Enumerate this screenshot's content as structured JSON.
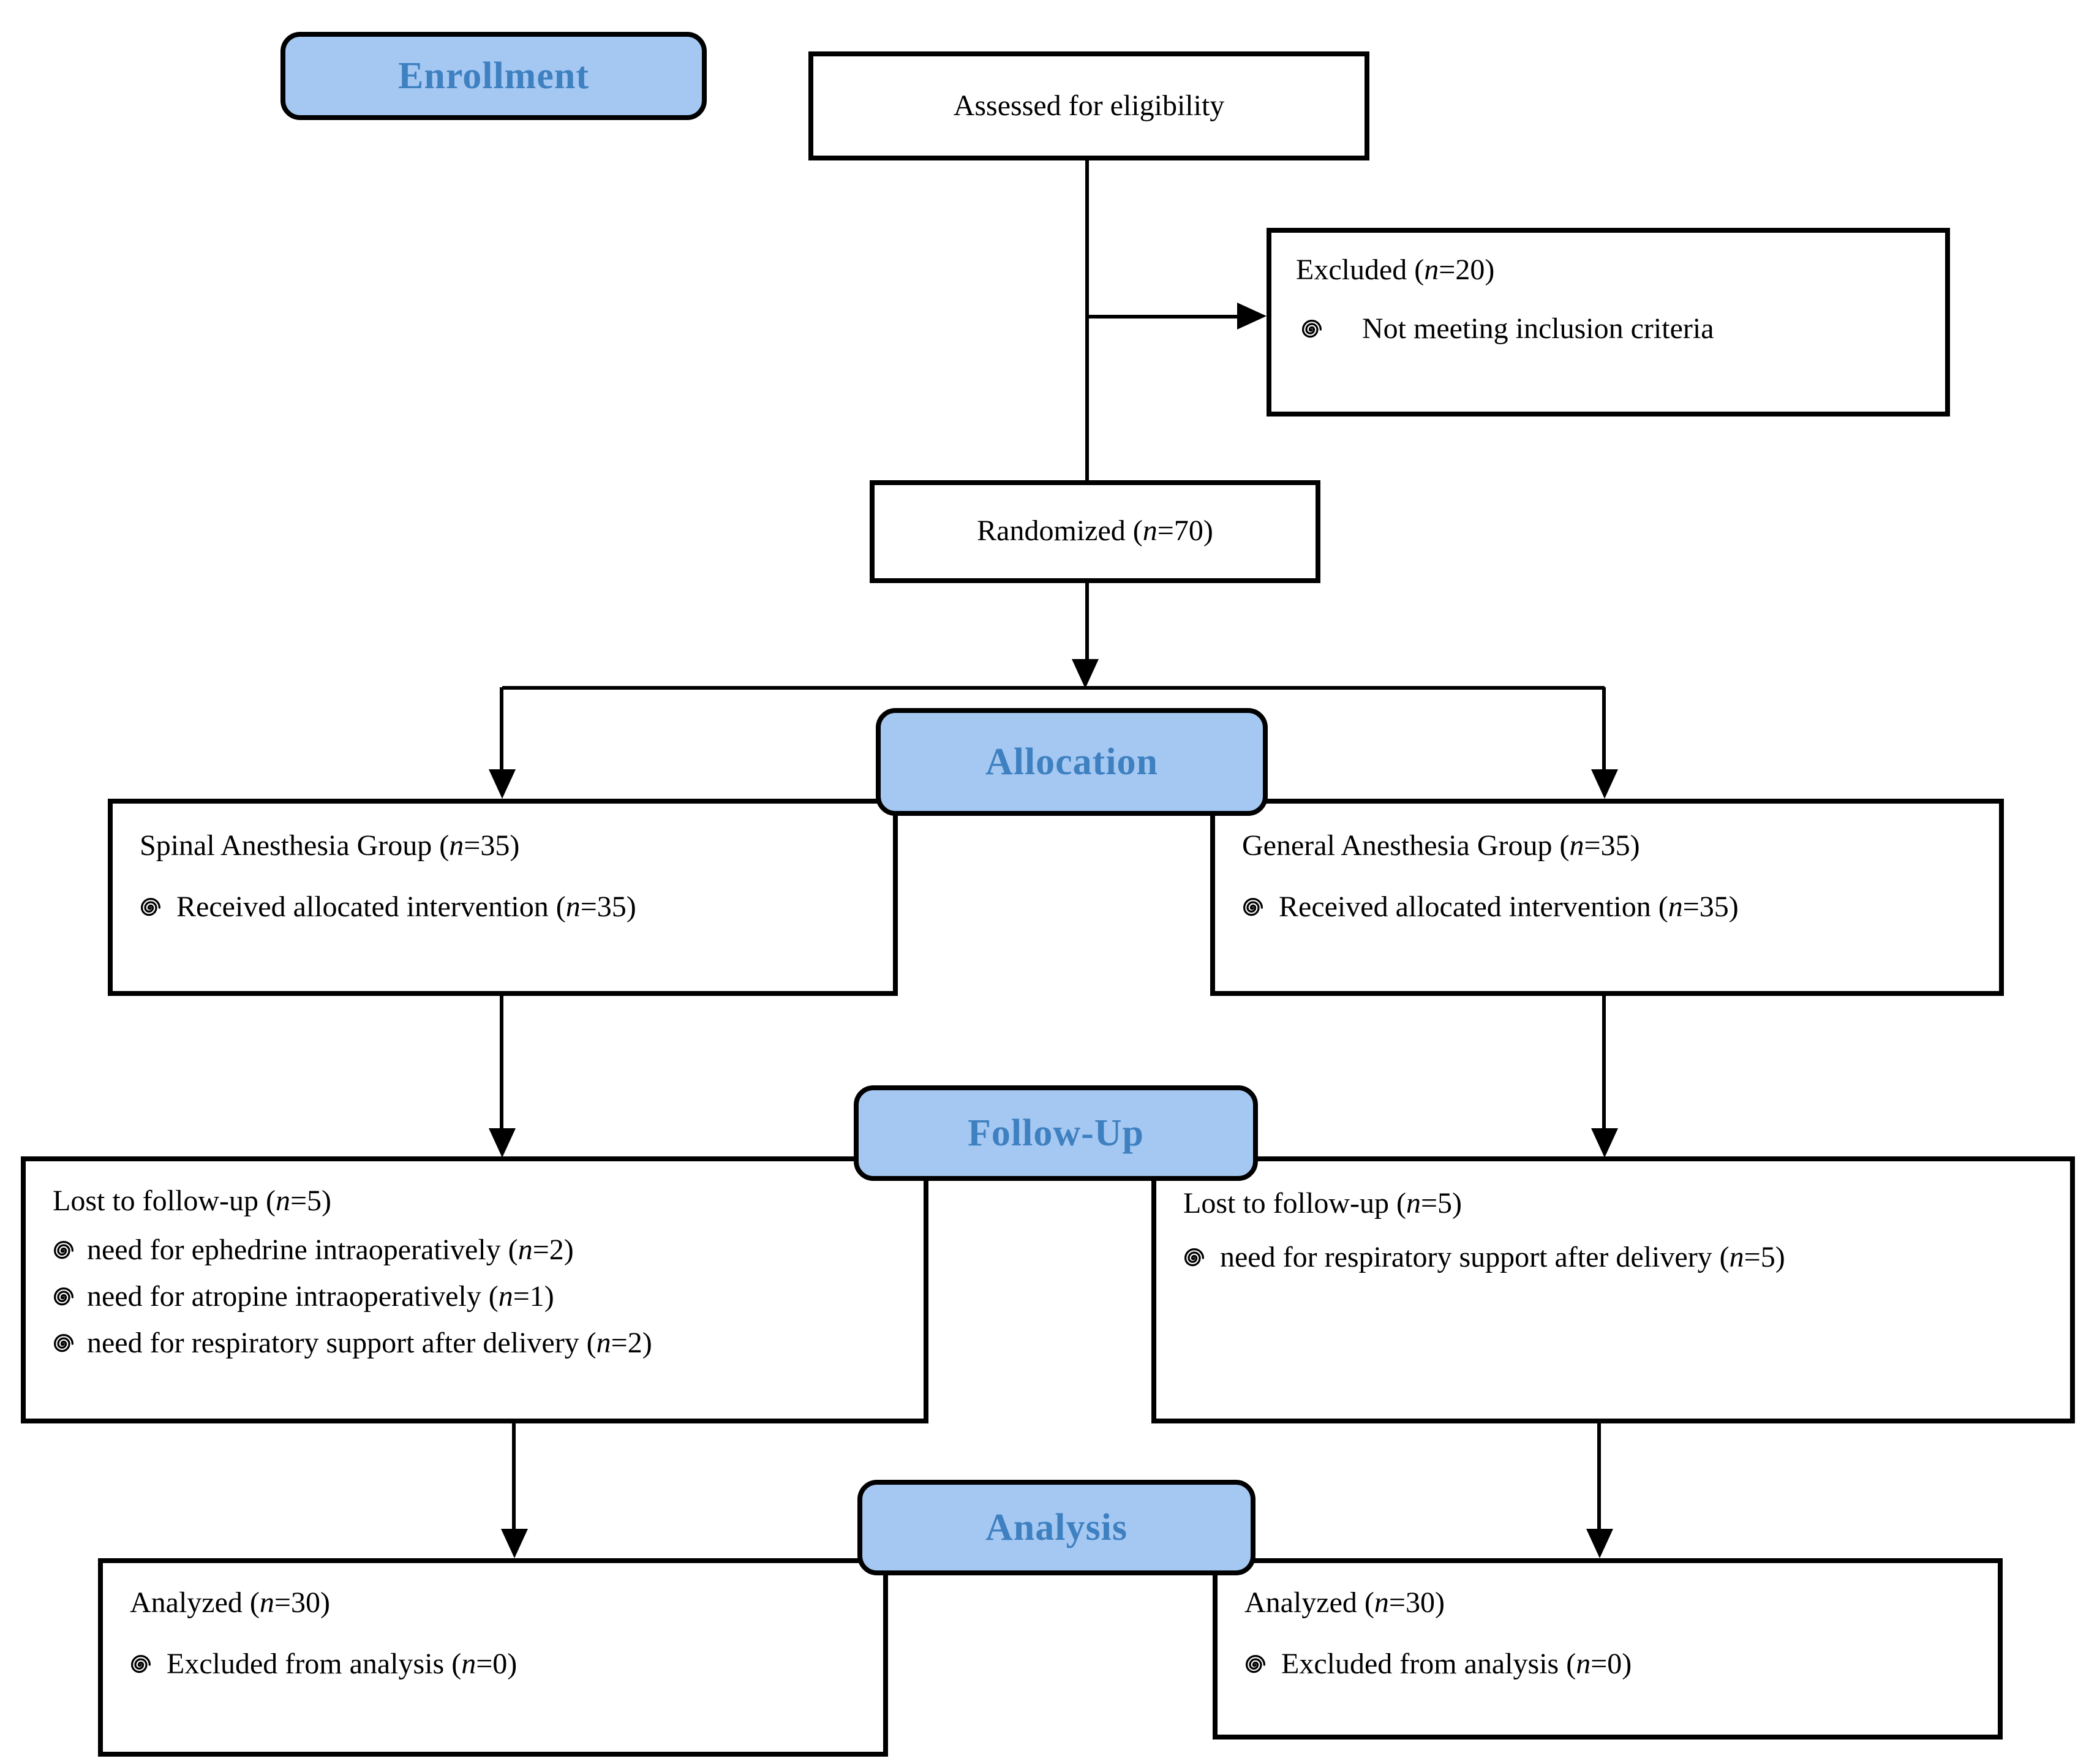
{
  "stages": {
    "enrollment": "Enrollment",
    "allocation": "Allocation",
    "followup": "Follow-Up",
    "analysis": "Analysis"
  },
  "boxes": {
    "assessed": {
      "title": "Assessed for eligibility"
    },
    "excluded": {
      "title": "Excluded (n=20)",
      "items": [
        "Not meeting inclusion criteria"
      ]
    },
    "randomized": {
      "title": "Randomized (n=70)"
    },
    "spinal_group": {
      "title": "Spinal Anesthesia Group (n=35)",
      "items": [
        "Received allocated intervention (n=35)"
      ]
    },
    "general_group": {
      "title": "General Anesthesia Group (n=35)",
      "items": [
        "Received allocated intervention (n=35)"
      ]
    },
    "spinal_followup": {
      "title": "Lost to follow-up (n=5)",
      "items": [
        "need for ephedrine intraoperatively (n=2)",
        "need for atropine intraoperatively (n=1)",
        "need for respiratory support after delivery (n=2)"
      ]
    },
    "general_followup": {
      "title": "Lost to follow-up (n=5)",
      "items": [
        "need for respiratory support after delivery (n=5)"
      ]
    },
    "spinal_analysis": {
      "title": "Analyzed (n=30)",
      "items": [
        "Excluded from analysis (n=0)"
      ]
    },
    "general_analysis": {
      "title": "Analyzed (n=30)",
      "items": [
        "Excluded from analysis (n=0)"
      ]
    }
  },
  "icons": {
    "bullet": "spiral-bullet"
  },
  "colors": {
    "stage_fill": "#A5C8F3",
    "stage_text": "#3E80C0",
    "stage_border": "#000000",
    "box_border": "#000000",
    "box_fill": "#FFFFFF",
    "line": "#000000",
    "text": "#000000",
    "background": "#FFFFFF"
  }
}
